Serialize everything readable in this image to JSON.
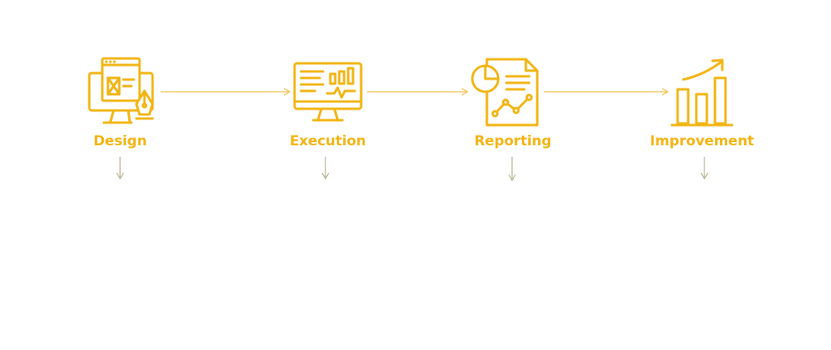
{
  "diagram": {
    "accent_color": "#f2b515",
    "connector_color": "#f2c14e",
    "down_arrow_color": "#b9b292",
    "steps": [
      {
        "label": "Design",
        "icon": "web-design-pen-icon"
      },
      {
        "label": "Execution",
        "icon": "monitor-dashboard-icon"
      },
      {
        "label": "Reporting",
        "icon": "report-document-chart-icon"
      },
      {
        "label": "Improvement",
        "icon": "growth-bar-chart-icon"
      }
    ]
  }
}
